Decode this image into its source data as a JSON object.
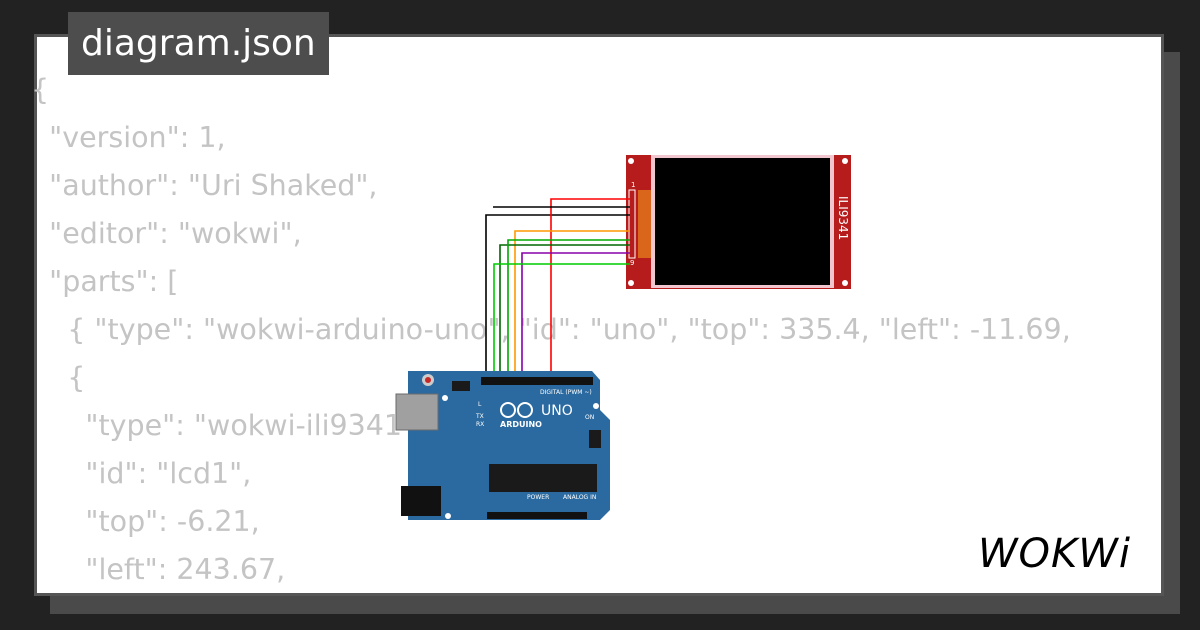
{
  "file_tab": {
    "title": "diagram.json"
  },
  "code_lines": [
    "{",
    "  \"version\": 1,",
    "  \"author\": \"Uri Shaked\",",
    "  \"editor\": \"wokwi\",",
    "  \"parts\": [",
    "    { \"type\": \"wokwi-arduino-uno\", \"id\": \"uno\", \"top\": 335.4, \"left\": -11.69,",
    "    {",
    "      \"type\": \"wokwi-ili9341\",",
    "      \"id\": \"lcd1\",",
    "      \"top\": -6.21,",
    "      \"left\": 243.67,"
  ],
  "parts": {
    "arduino": {
      "board_label": "UNO",
      "brand_label": "ARDUINO",
      "digital_label": "DIGITAL (PWM ~)",
      "power_label": "POWER",
      "analog_label": "ANALOG IN",
      "tx_label": "TX",
      "rx_label": "RX",
      "l_label": "L",
      "on_label": "ON"
    },
    "lcd": {
      "label": "ILI9341"
    }
  },
  "wire_colors": [
    "#000000",
    "#ff0000",
    "#ff9900",
    "#00aa00",
    "#00cc00",
    "#8800aa",
    "#006600"
  ],
  "colors": {
    "background": "#222222",
    "card": "#ffffff",
    "code_text": "#c4c4c4",
    "board": "#2b6aa0",
    "lcd_pcb": "#b71c1c"
  },
  "logo": {
    "text": "WOKWi"
  }
}
